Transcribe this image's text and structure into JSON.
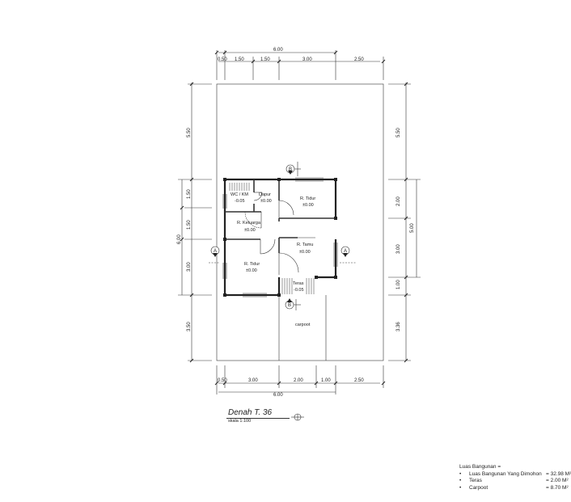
{
  "dimensions": {
    "top_total": "6.00",
    "top_segments": [
      "0.50",
      "1.50",
      "1.50",
      "3.00",
      "2.50"
    ],
    "bottom_total": "6.00",
    "bottom_segments": [
      "0.50",
      "3.00",
      "2.00",
      "1.00",
      "2.50"
    ],
    "left_outer": [
      "5.50",
      "6.00",
      "3.50"
    ],
    "left_inner": [
      "1.50",
      "1.50",
      "3.00"
    ],
    "right_outer": [
      "5.50",
      "5.00",
      "3.36"
    ],
    "right_inner": [
      "2.00",
      "3.00",
      "1.00"
    ]
  },
  "rooms": {
    "wc_name": "WC / KM",
    "wc_level": "-0.05",
    "dapur_name": "Dapur",
    "dapur_level": "±0.00",
    "tidur1_name": "R. Tidur",
    "tidur1_level": "±0.00",
    "keluarga_name": "R. Keluarga",
    "keluarga_level": "±0.00",
    "tamu_name": "R. Tamu",
    "tamu_level": "±0.00",
    "tidur2_name": "R. Tidur",
    "tidur2_level": "±0.00",
    "teras_name": "Teras",
    "teras_level": "-0.05",
    "carpoot_name": "carpoot"
  },
  "markers": {
    "section_a": "A",
    "section_b": "B"
  },
  "title": {
    "name": "Denah T. 36",
    "scale": "skala 1:100"
  },
  "legend": {
    "header": "Luas Bangunan =",
    "items": [
      {
        "label": "Luas Bangunan Yang Dimohon",
        "value": "= 32.98 M²"
      },
      {
        "label": "Teras",
        "value": "= 2.00 M²"
      },
      {
        "label": "Carpoot",
        "value": "= 8.70 M²"
      }
    ]
  }
}
